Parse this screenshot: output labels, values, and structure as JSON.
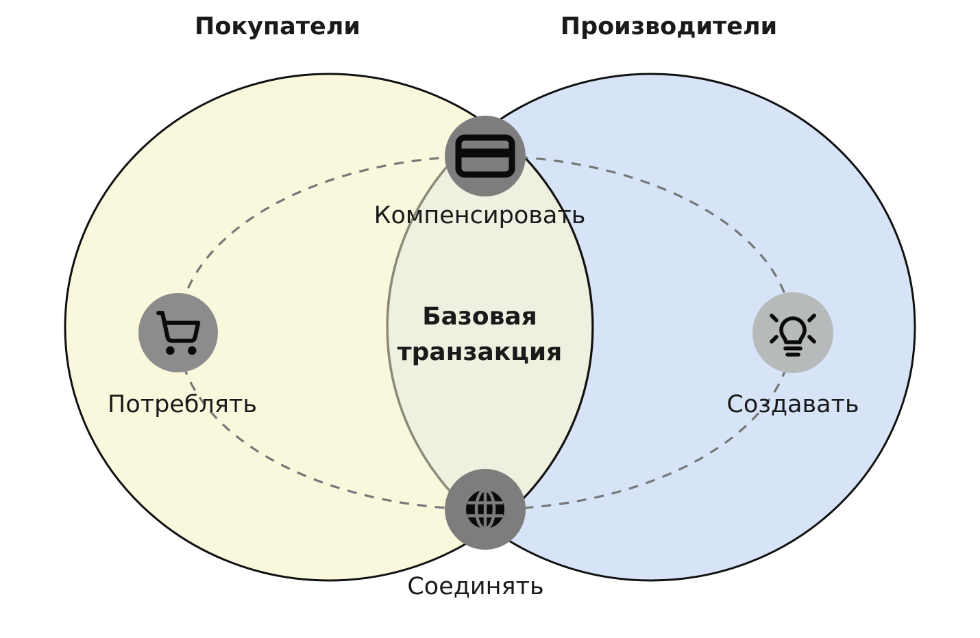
{
  "diagram": {
    "titles": {
      "left": "Покупатели",
      "right": "Производители"
    },
    "center_label": {
      "line1": "Базовая",
      "line2": "транзакция"
    },
    "nodes": {
      "top": {
        "label": "Компенсировать",
        "icon": "credit-card-icon"
      },
      "left": {
        "label": "Потреблять",
        "icon": "shopping-cart-icon"
      },
      "right": {
        "label": "Создавать",
        "icon": "lightbulb-icon"
      },
      "bottom": {
        "label": "Соединять",
        "icon": "globe-icon"
      }
    },
    "colors": {
      "background": "#ffffff",
      "left_circle_fill": "#faf8dc",
      "right_circle_fill": "#d7e4f7",
      "circle_stroke": "#111111",
      "overlap_fill": "#eef0e0",
      "overlap_stroke": "#8b8b78",
      "orbit_stroke": "#767676",
      "node_fill_dark": "#7d7d7d",
      "node_fill_medium": "#8c8c8c",
      "node_fill_light": "#b6baba",
      "icon_color": "#0a0a0a",
      "text_color": "#1a1a1a"
    }
  }
}
